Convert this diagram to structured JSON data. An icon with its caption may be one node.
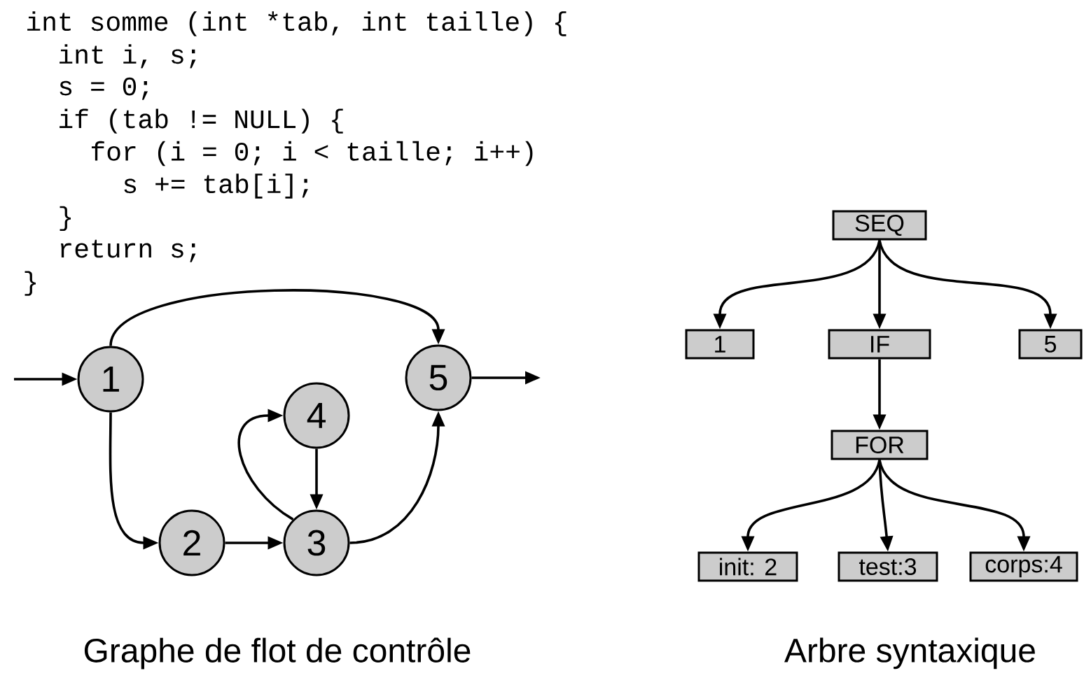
{
  "diagram": {
    "nodes": [
      {
        "text": [
          "1"
        ]
      },
      {
        "text": [
          "2"
        ]
      },
      {
        "text": [
          "3"
        ]
      },
      {
        "text": [
          "4"
        ]
      },
      {
        "text": [
          "5"
        ]
      },
      {
        "text": [
          "SEQ"
        ]
      },
      {
        "text": [
          "1"
        ]
      },
      {
        "text": [
          "IF"
        ]
      },
      {
        "text": [
          "5"
        ]
      },
      {
        "text": [
          "FOR"
        ]
      },
      {
        "text": [
          "init: 2"
        ]
      },
      {
        "text": [
          "test:3"
        ]
      },
      {
        "text": [
          "corps:4"
        ]
      }
    ],
    "edges": [
      {
        "from": null,
        "to": 0,
        "arrow": "to"
      },
      {
        "from": 0,
        "to": 4,
        "arrow": "to"
      },
      {
        "from": 0,
        "to": 1,
        "arrow": "to"
      },
      {
        "from": 1,
        "to": 2,
        "arrow": "to"
      },
      {
        "from": 2,
        "to": 3,
        "arrow": "to"
      },
      {
        "from": 3,
        "to": 2,
        "arrow": "to"
      },
      {
        "from": 2,
        "to": 4,
        "arrow": "to"
      },
      {
        "from": 4,
        "to": null,
        "arrow": "to"
      },
      {
        "from": 5,
        "to": 6,
        "arrow": "to"
      },
      {
        "from": 5,
        "to": 7,
        "arrow": "to"
      },
      {
        "from": 5,
        "to": 8,
        "arrow": "to"
      },
      {
        "from": 7,
        "to": 9,
        "arrow": "to"
      },
      {
        "from": 9,
        "to": 10,
        "arrow": "to"
      },
      {
        "from": 9,
        "to": 11,
        "arrow": "to"
      },
      {
        "from": 9,
        "to": 12,
        "arrow": "to"
      }
    ],
    "labels": [
      "int somme (int *tab, int taille) {",
      "int i, s;",
      "s = 0;",
      "if (tab != NULL) {",
      "for (i = 0; i < taille; i++)",
      "s += tab[i];",
      "}",
      "return s;",
      "}",
      "Graphe de flot de contrôle",
      "Arbre syntaxique"
    ]
  }
}
